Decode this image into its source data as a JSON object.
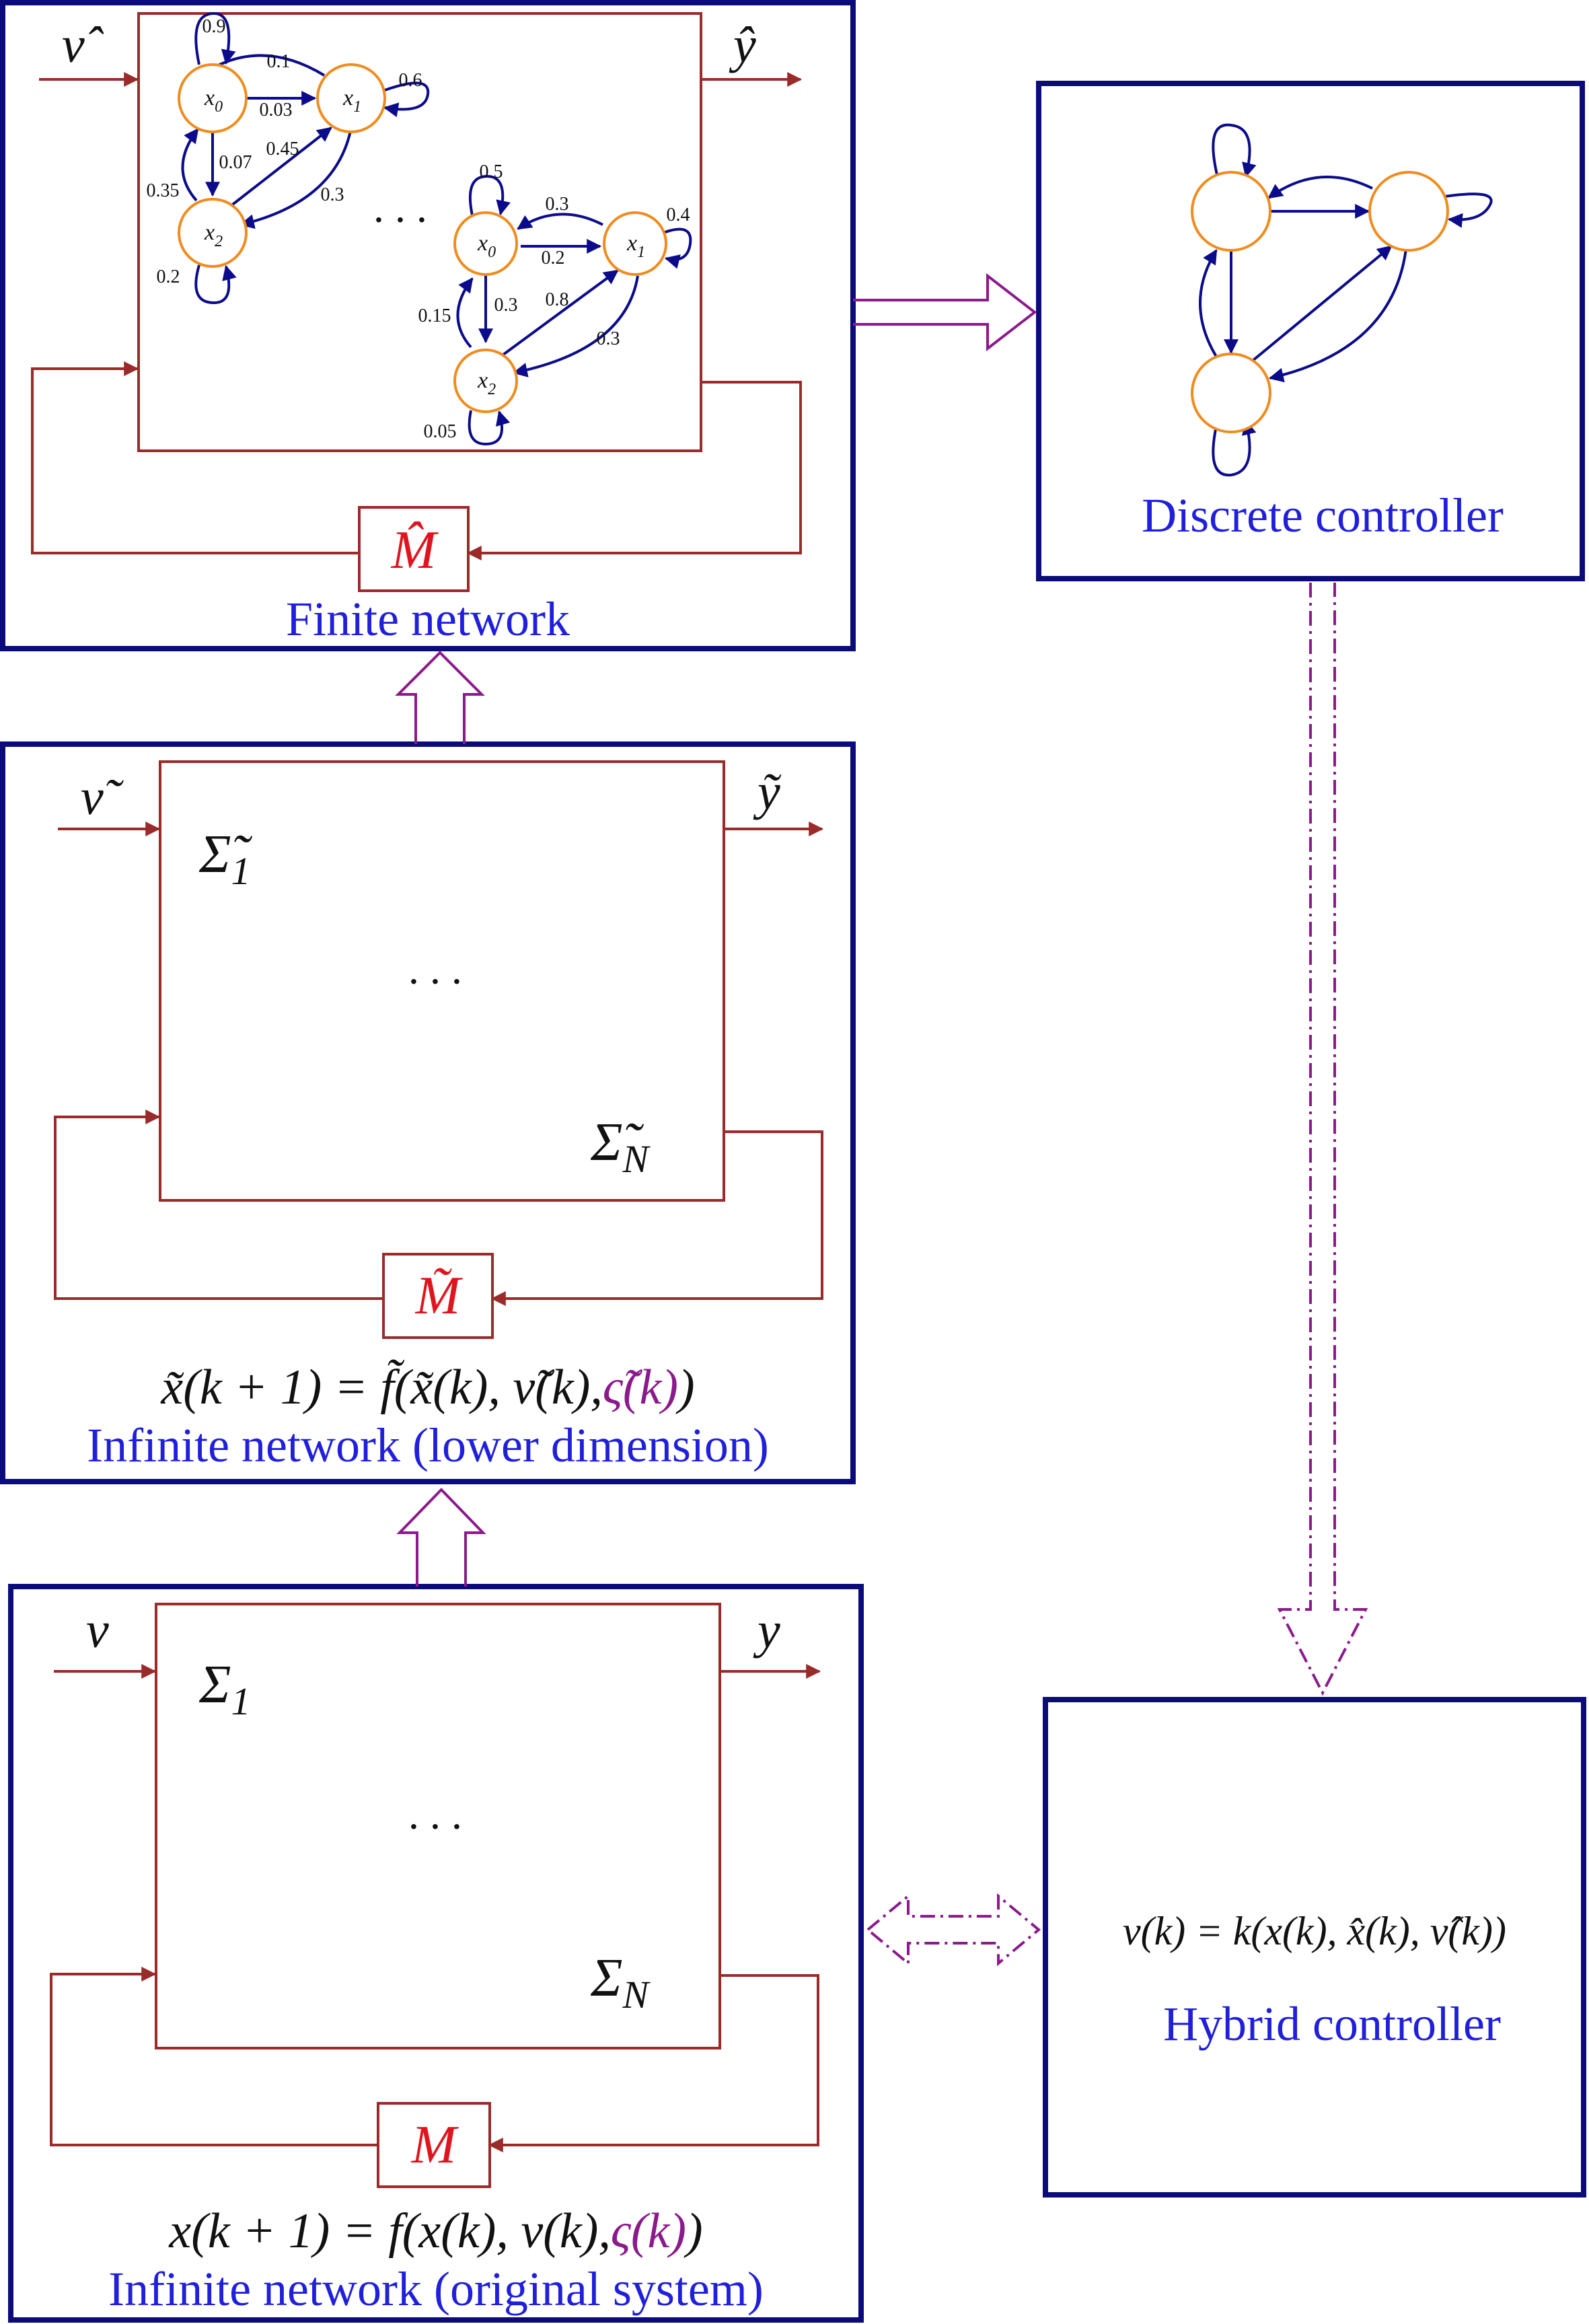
{
  "finite_panel": {
    "input": "ν̂",
    "output": "ŷ",
    "block": "M̂",
    "label": "Finite network",
    "dots": "· · ·",
    "graph_a": {
      "nodes": [
        "x",
        "x",
        "x"
      ],
      "subs": [
        "0",
        "1",
        "2"
      ],
      "weights": [
        "0.9",
        "0.1",
        "0.03",
        "0.6",
        "0.07",
        "0.45",
        "0.35",
        "0.3",
        "0.2"
      ]
    },
    "graph_b": {
      "nodes": [
        "x",
        "x",
        "x"
      ],
      "subs": [
        "0",
        "1",
        "2"
      ],
      "weights": [
        "0.5",
        "0.3",
        "0.2",
        "0.4",
        "0.15",
        "0.3",
        "0.8",
        "0.3",
        "0.05"
      ]
    }
  },
  "controller_panel": {
    "label": "Discrete controller"
  },
  "lower_dim_panel": {
    "input": "ν̃",
    "output": "ỹ",
    "sub_first": "Σ̃",
    "sub_first_index": "1",
    "sub_last": "Σ̃",
    "sub_last_index": "N",
    "block": "M̃",
    "equation_main": "x̃(k + 1) = f̃(x̃(k), ν̃(k),",
    "equation_noise": "ς̃(k)",
    "equation_close": ")",
    "label": "Infinite network (lower dimension)",
    "dots": "· · ·"
  },
  "original_panel": {
    "input": "ν",
    "output": "y",
    "sub_first": "Σ",
    "sub_first_index": "1",
    "sub_last": "Σ",
    "sub_last_index": "N",
    "block": "M",
    "equation_main": "x(k + 1) = f(x(k), ν(k),",
    "equation_noise": "ς(k)",
    "equation_close": ")",
    "label": "Infinite network (original system)",
    "dots": "· · ·"
  },
  "hybrid_panel": {
    "equation": "ν(k) = k(x(k), x̂(k), ν̂(k))",
    "label": "Hybrid controller"
  },
  "colors": {
    "frame": "#0b0b7a",
    "inner": "#9b2a2a",
    "node": "#f08c1e",
    "edge": "#0b0b8c",
    "purple": "#8b1a8b",
    "label_blue": "#1f1fdc",
    "red": "#e0141e"
  }
}
